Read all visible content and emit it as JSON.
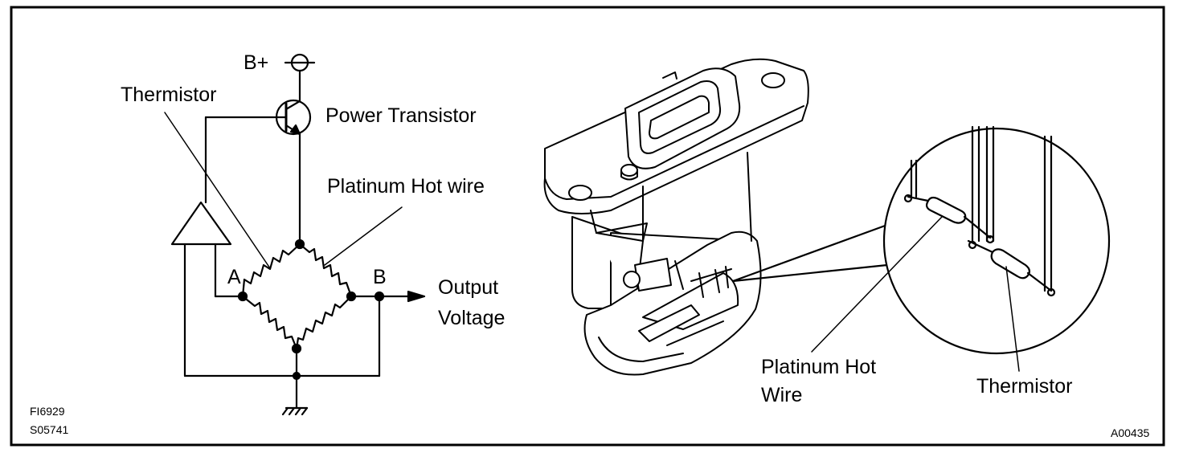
{
  "circuit": {
    "supply_label": "B+",
    "thermistor_label": "Thermistor",
    "power_transistor_label": "Power Transistor",
    "hot_wire_label": "Platinum Hot wire",
    "node_a_label": "A",
    "node_b_label": "B",
    "output_line1": "Output",
    "output_line2": "Voltage"
  },
  "sensor": {
    "hot_wire_line1": "Platinum Hot",
    "hot_wire_line2": "Wire",
    "thermistor_label": "Thermistor"
  },
  "figure_codes": {
    "code1": "FI6929",
    "code2": "S05741",
    "code3": "A00435"
  }
}
